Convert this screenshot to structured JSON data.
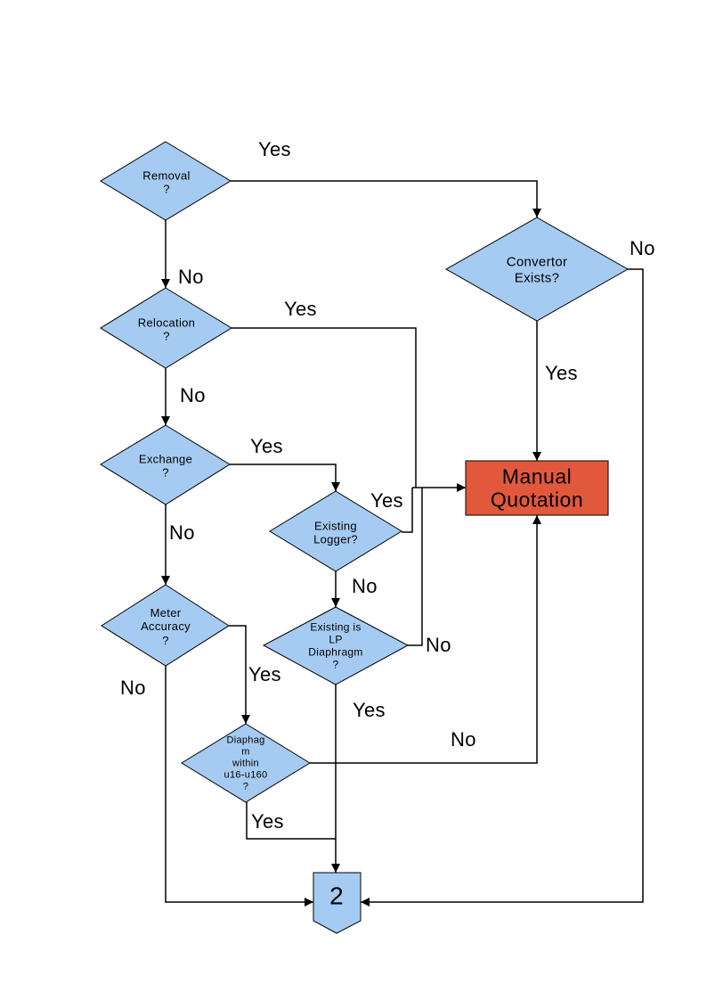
{
  "colors": {
    "decision_fill": "#A5CBF2",
    "process_fill": "#E2583C",
    "connector_fill": "#A5CBF2",
    "shape_stroke": "#000000",
    "line": "#000000",
    "text": "#000000",
    "background": "#FFFFFF"
  },
  "nodes": {
    "removal": {
      "type": "decision",
      "label": "Removal\n?"
    },
    "convertor_exists": {
      "type": "decision",
      "label": "Convertor\nExists?"
    },
    "relocation": {
      "type": "decision",
      "label": "Relocation\n?"
    },
    "exchange": {
      "type": "decision",
      "label": "Exchange\n?"
    },
    "existing_logger": {
      "type": "decision",
      "label": "Existing\nLogger?"
    },
    "meter_accuracy": {
      "type": "decision",
      "label": "Meter\nAccuracy\n?"
    },
    "existing_lp_diaphragm": {
      "type": "decision",
      "label": "Existing is\nLP\nDiaphragm\n?"
    },
    "diaphragm_range": {
      "type": "decision",
      "label": "Diaphag\nm\nwithin\nu16-u160\n?"
    },
    "manual_quotation": {
      "type": "process",
      "label": "Manual\nQuotation"
    },
    "offpage_connector": {
      "type": "offpage-connector",
      "label": "2"
    }
  },
  "edge_labels": {
    "removal_yes": "Yes",
    "removal_no": "No",
    "convertor_no": "No",
    "convertor_yes": "Yes",
    "relocation_yes": "Yes",
    "relocation_no": "No",
    "exchange_yes": "Yes",
    "exchange_no": "No",
    "logger_yes": "Yes",
    "logger_no": "No",
    "lp_no": "No",
    "lp_yes": "Yes",
    "meter_yes": "Yes",
    "meter_no": "No",
    "range_no": "No",
    "range_yes": "Yes"
  }
}
